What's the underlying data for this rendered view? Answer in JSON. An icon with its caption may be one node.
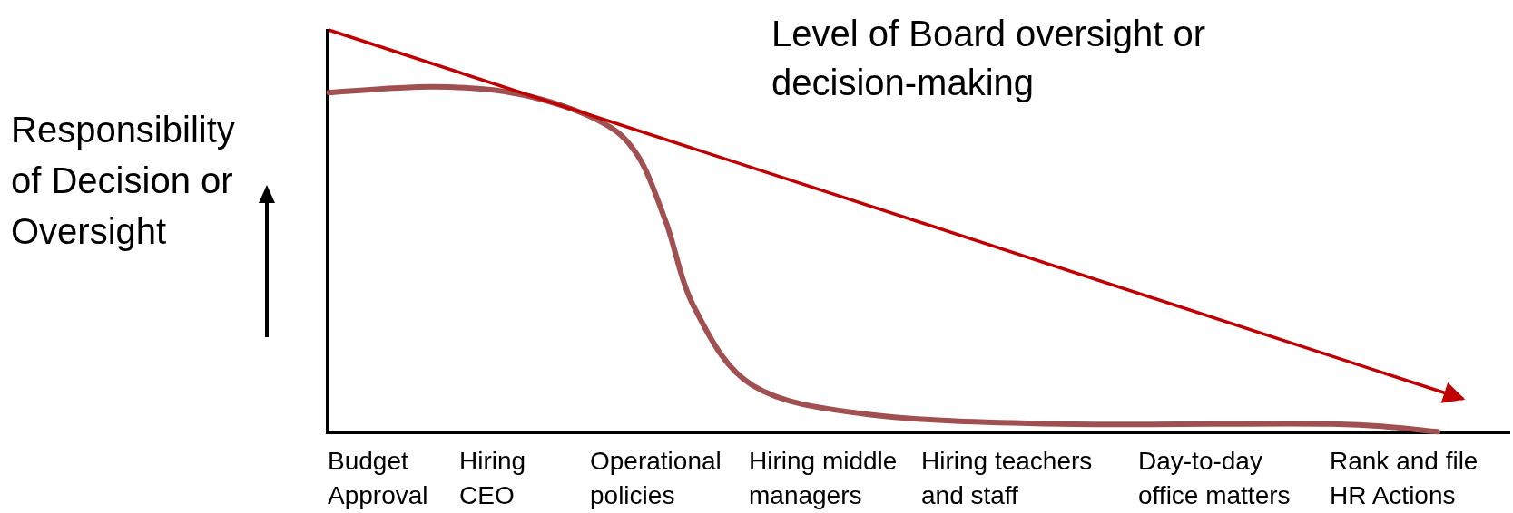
{
  "diagram": {
    "labels": [
      "Level of Board oversight or decision-making",
      "Responsibility of Decision or Oversight",
      "Budget Approval",
      "Hiring CEO",
      "Operational policies",
      "Hiring middle managers",
      "Hiring teachers and staff",
      "Day-to-day office matters",
      "Rank and file HR Actions"
    ]
  }
}
